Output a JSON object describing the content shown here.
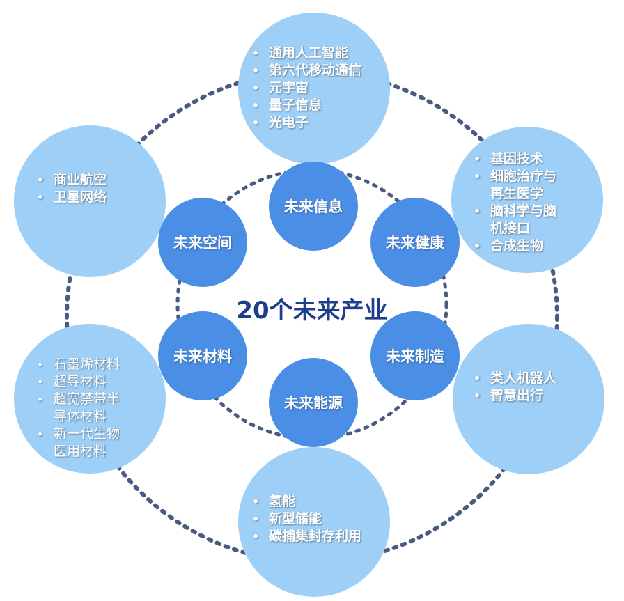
{
  "title": "20个未来产业",
  "colors": {
    "outer": "#9ecff7",
    "inner": "#4b8ee6",
    "dots": "#4a5a80",
    "title": "#1f3e8c"
  },
  "outer_nodes": [
    {
      "id": "top",
      "items": [
        "通用人工智能",
        "第六代移动通信",
        "元宇宙",
        "量子信息",
        "光电子"
      ]
    },
    {
      "id": "upper-right",
      "items": [
        "基因技术",
        "细胞治疗与",
        "再生医学",
        "脑科学与脑",
        "机接口",
        "合成生物"
      ]
    },
    {
      "id": "lower-right",
      "items": [
        "类人机器人",
        "智慧出行"
      ]
    },
    {
      "id": "bottom",
      "items": [
        "氢能",
        "新型储能",
        "碳捕集封存利用"
      ]
    },
    {
      "id": "lower-left",
      "items": [
        "石墨烯材料",
        "超导材料",
        "超宽禁带半",
        "导体材料",
        "新一代生物",
        "医用材料"
      ]
    },
    {
      "id": "upper-left",
      "items": [
        "商业航空",
        "卫星网络"
      ]
    }
  ],
  "inner_nodes": [
    "未来信息",
    "未来健康",
    "未来制造",
    "未来能源",
    "未来材料",
    "未来空间"
  ]
}
